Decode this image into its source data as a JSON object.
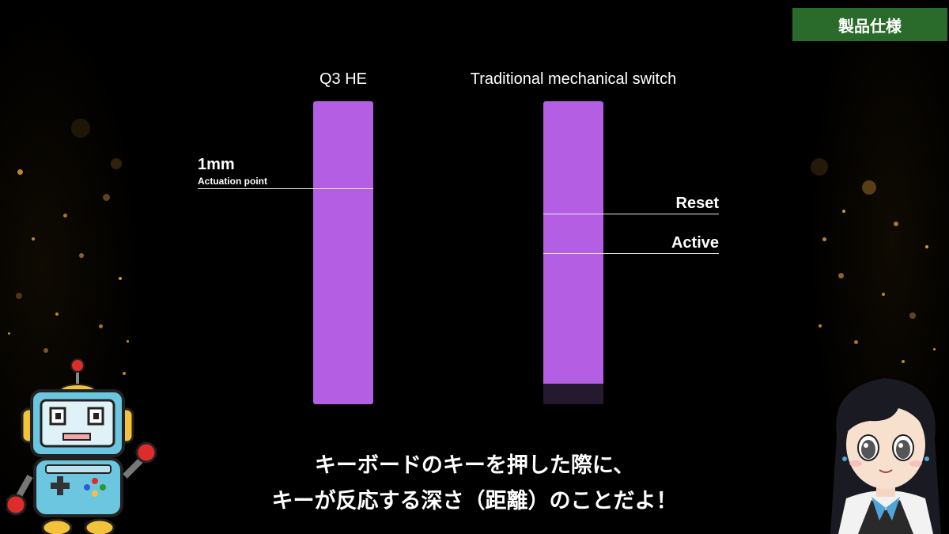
{
  "badge": "製品仕様",
  "left_column": {
    "title": "Q3 HE",
    "value": "1mm",
    "caption": "Actuation point"
  },
  "right_column": {
    "title": "Traditional mechanical switch",
    "reset_label": "Reset",
    "active_label": "Active"
  },
  "subtitle": {
    "line1": "キーボードのキーを押した際に、",
    "line2": "キーが反応する深さ（距離）のことだよ！"
  },
  "colors": {
    "bar": "#b45fe3",
    "badge": "#2a6a2a"
  },
  "characters": [
    "robot-mascot",
    "girl-avatar"
  ]
}
